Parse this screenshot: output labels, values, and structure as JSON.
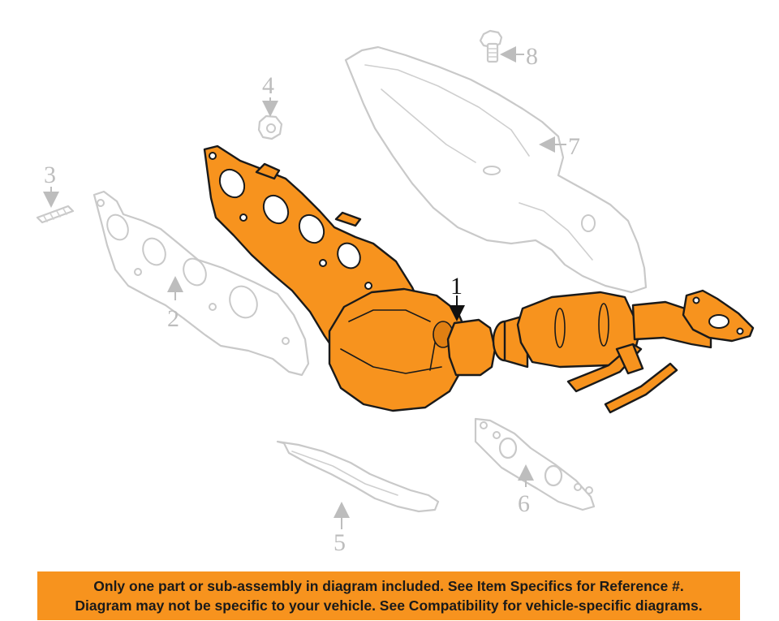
{
  "callouts": {
    "c1": "1",
    "c2": "2",
    "c3": "3",
    "c4": "4",
    "c5": "5",
    "c6": "6",
    "c7": "7",
    "c8": "8"
  },
  "banner": {
    "line1": "Only one part or sub-assembly in diagram included. See Item Specifics for Reference #.",
    "line2": "Diagram may not be specific to your vehicle. See Compatibility for vehicle-specific diagrams."
  },
  "colors": {
    "highlight": "#f7931e",
    "ghost_outline": "#c9c9c9",
    "callout_ghost": "#bdbdbd",
    "callout_main": "#111111"
  }
}
